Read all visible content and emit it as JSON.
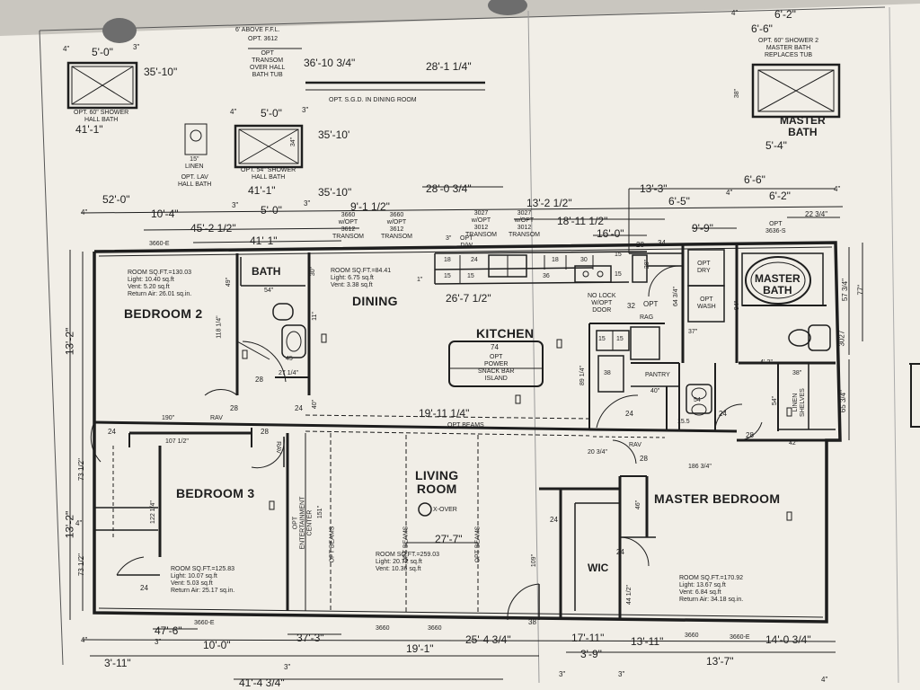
{
  "top": {
    "above_ffl": "6' ABOVE F.F.L.",
    "opt_3612": "OPT. 3612",
    "opt_transom": "OPT\nTRANSOM\nOVER HALL\nBATH TUB",
    "dim_36_10_34": "36'-10 3/4\"",
    "dim_28_1_14": "28'-1 1/4\"",
    "opt_sgd": "OPT. S.G.D. IN DINING ROOM",
    "hall_shower_label": "OPT. 60\" SHOWER\nHALL BATH",
    "dim_4": "4\"",
    "dim_5_0": "5'-0\"",
    "dim_3": "3\"",
    "dim_35_10": "35'-10\"",
    "dim_41_1": "41'-1\"",
    "linen": "15\"\nLINEN",
    "opt_lav": "OPT. LAV\nHALL BATH",
    "dim_4b": "4\"",
    "dim_5_0b": "5'-0\"",
    "dim_3b": "3\"",
    "dim_35_10b": "35'-10'",
    "dim_34": "34\"",
    "hall_54_label": "OPT. 54\" SHOWER\nHALL BATH",
    "dim_41_1b": "41'-1\"",
    "mb_dim_4": "4\"",
    "mb_dim_6_2": "6'-2\"",
    "mb_dim_6_6": "6'-6\"",
    "mb_opt_label": "OPT. 60\" SHOWER 2\nMASTER BATH\nREPLACES TUB",
    "mb_dim_38": "38\"",
    "master_bath_title": "MASTER\nBATH",
    "mb_dim_5_4": "5'-4\""
  },
  "dims": {
    "d52_0": "52'-0\"",
    "d10_4": "10'-4\"",
    "d3": "3\"",
    "d5_0": "5'-0\"",
    "d3b": "3\"",
    "d35_10": "35'-10\"",
    "d9_1_12": "9'-1 1/2\"",
    "d28_0_34": "28'-0 3/4\"",
    "d13_2_12": "13'-2 1/2\"",
    "d13_3": "13'-3\"",
    "d6_5": "6'-5\"",
    "d4": "4\"",
    "d6_6": "6'-6\"",
    "d6_2": "6'-2\"",
    "d4b": "4\"",
    "d45_2_12": "45'-2 1/2\"",
    "d41_1": "41'-1\"",
    "d18_11_12": "18'-11 1/2\"",
    "d16_0": "16'-0\"",
    "d9_9": "9'-9\"",
    "d22_34": "22 3/4\"",
    "d4l": "4\"",
    "d13_2": "13'-2\"",
    "d13_2b": "13'-2\"",
    "d73_12a": "73 1/2\"",
    "d4m": "4\"",
    "d73_12b": "73 1/2\"",
    "d57_34": "57 3/4\"",
    "d77": "77\"",
    "d3027": "3027",
    "d65_34": "65 3/4\"",
    "b4": "4\"",
    "b47_6": "47'-6\"",
    "b3": "3\"",
    "b10_0": "10'-0\"",
    "b37_3": "37'-3\"",
    "b19_1": "19'-1\"",
    "b25_4_34": "25'-4 3/4\"",
    "b17_11": "17'-11\"",
    "b13_11": "13'-11\"",
    "b14_0_34": "14'-0 3/4\"",
    "b3_9": "3'-9\"",
    "b3_11": "3'-11\"",
    "b3c": "3\"",
    "b41_4_34": "41'-4 3/4\"",
    "b3d": "3\"",
    "b3e": "3\"",
    "b13_7": "13'-7\"",
    "b4e": "4\""
  },
  "windows": {
    "w3660e_a": "3660-E",
    "w3660_a": "3660\nw/OPT\n3612\nTRANSOM",
    "w3660_b": "3660\nw/OPT\n3612\nTRANSOM",
    "w3027_a": "3027\nw/OPT\n3012\nTRANSOM",
    "w3027_b": "3027\nw/OPT\n3012\nTRANSOM",
    "w3636s": "OPT\n3636-S",
    "w3660e_b": "3660-E",
    "w3660_c": "3660",
    "w3660_d": "3660",
    "w3660_e": "3660",
    "w3660e_c": "3660-E"
  },
  "rooms": {
    "bedroom2": {
      "name": "BEDROOM 2",
      "info": "ROOM SQ.FT.=130.03\nLight: 10.40 sq.ft\nVent: 5.20 sq.ft\nReturn Air: 26.01 sq.in."
    },
    "bath": {
      "name": "BATH"
    },
    "dining": {
      "name": "DINING",
      "info": "ROOM SQ.FT.=84.41\nLight: 6.75 sq.ft\nVent: 3.38 sq.ft"
    },
    "kitchen": {
      "name": "KITCHEN"
    },
    "island": {
      "num": "74",
      "label": "OPT\nPOWER\nSNACK BAR\nISLAND"
    },
    "master_bath": {
      "name": "MASTER\nBATH"
    },
    "bedroom3": {
      "name": "BEDROOM 3",
      "info": "ROOM SQ.FT.=125.83\nLight: 10.07 sq.ft\nVent: 5.03 sq.ft\nReturn Air: 25.17 sq.in."
    },
    "living": {
      "name": "LIVING\nROOM",
      "info": "ROOM SQ.FT.=259.03\nLight: 20.72 sq.ft\nVent: 10.36 sq.ft"
    },
    "master_bedroom": {
      "name": "MASTER BEDROOM",
      "info": "ROOM SQ.FT.=170.92\nLight: 13.67 sq.ft\nVent: 6.84 sq.ft\nReturn Air: 34.18 sq.in."
    },
    "wic": {
      "name": "WIC"
    }
  },
  "labels": {
    "x_over": "X-OVER",
    "d27_7": "27'-7\"",
    "opt_beams_top": "OPT BEAMS",
    "d19_11_14": "19'-11 1/4\"",
    "opt_beams_v1": "OPT BEAMS",
    "opt_beams_v2": "OPT BEAMS",
    "opt_beams_v3": "OPT BEAMS",
    "opt_ent": "OPT\nENTERTAINMENT\nCENTER",
    "d151": "151\"",
    "opt_dw": "OPT\nD/W",
    "d26_7_12": "26'-7 1/2\"",
    "nolock": "NO LOCK\nW/OPT\nDOOR",
    "n32": "32",
    "opt32": "OPT",
    "rag": "RAG",
    "pantry": "PANTRY",
    "n40": "40\"",
    "n38": "38",
    "n54": "54",
    "n15a": "15",
    "n15b": "15",
    "opt_dry": "OPT\nDRY",
    "opt_wash": "OPT\nWASH",
    "linen_shelves": "LINEN\nSHELVES",
    "n38b": "38\"",
    "n54b": "54\"",
    "n42": "42\"",
    "n28a": "28",
    "n28b": "28",
    "n28c": "28",
    "n28d": "28",
    "n28e": "28",
    "n28f": "28",
    "n24a": "24",
    "n24b": "24",
    "n24c": "24",
    "n24d": "24",
    "n24e": "24",
    "n24f": "24",
    "rav1": "RAV",
    "rav2": "RAV",
    "rav3": "RAV",
    "n190": "190\"",
    "n107_12": "107 1/2\"",
    "n122_14": "122 1/4\"",
    "n186_34": "186 3/4\"",
    "n20_34": "20 3/4\"",
    "n46": "46\"",
    "n44_12": "44 1/2\"",
    "n109": "109\"",
    "n38c": "38",
    "n89_14": "89 1/4\"",
    "n118_14": "118 1/4\"",
    "n49": "49\"",
    "n30": "30\"",
    "n54c": "54\"",
    "n11": "11\"",
    "n40b": "40\"",
    "n27_14": "27 1/4\"",
    "n45": "45",
    "n3": "3\"",
    "n18a": "18",
    "n24g": "24",
    "n15c": "15",
    "n18b": "18",
    "n30b": "30",
    "n15d": "15",
    "n36": "36",
    "n15e": "15",
    "n15f": "15",
    "n34": "34",
    "n28g": "28\"",
    "n64_34": "64 3/4\"",
    "n94": "94\"",
    "n37": "37\"",
    "n4_2": "4'-2\"",
    "n15_5": "15.5",
    "n1": "1\"",
    "n24h": "24"
  },
  "colors": {
    "paper": "#f1eee7",
    "ink": "#1e1e1e"
  }
}
